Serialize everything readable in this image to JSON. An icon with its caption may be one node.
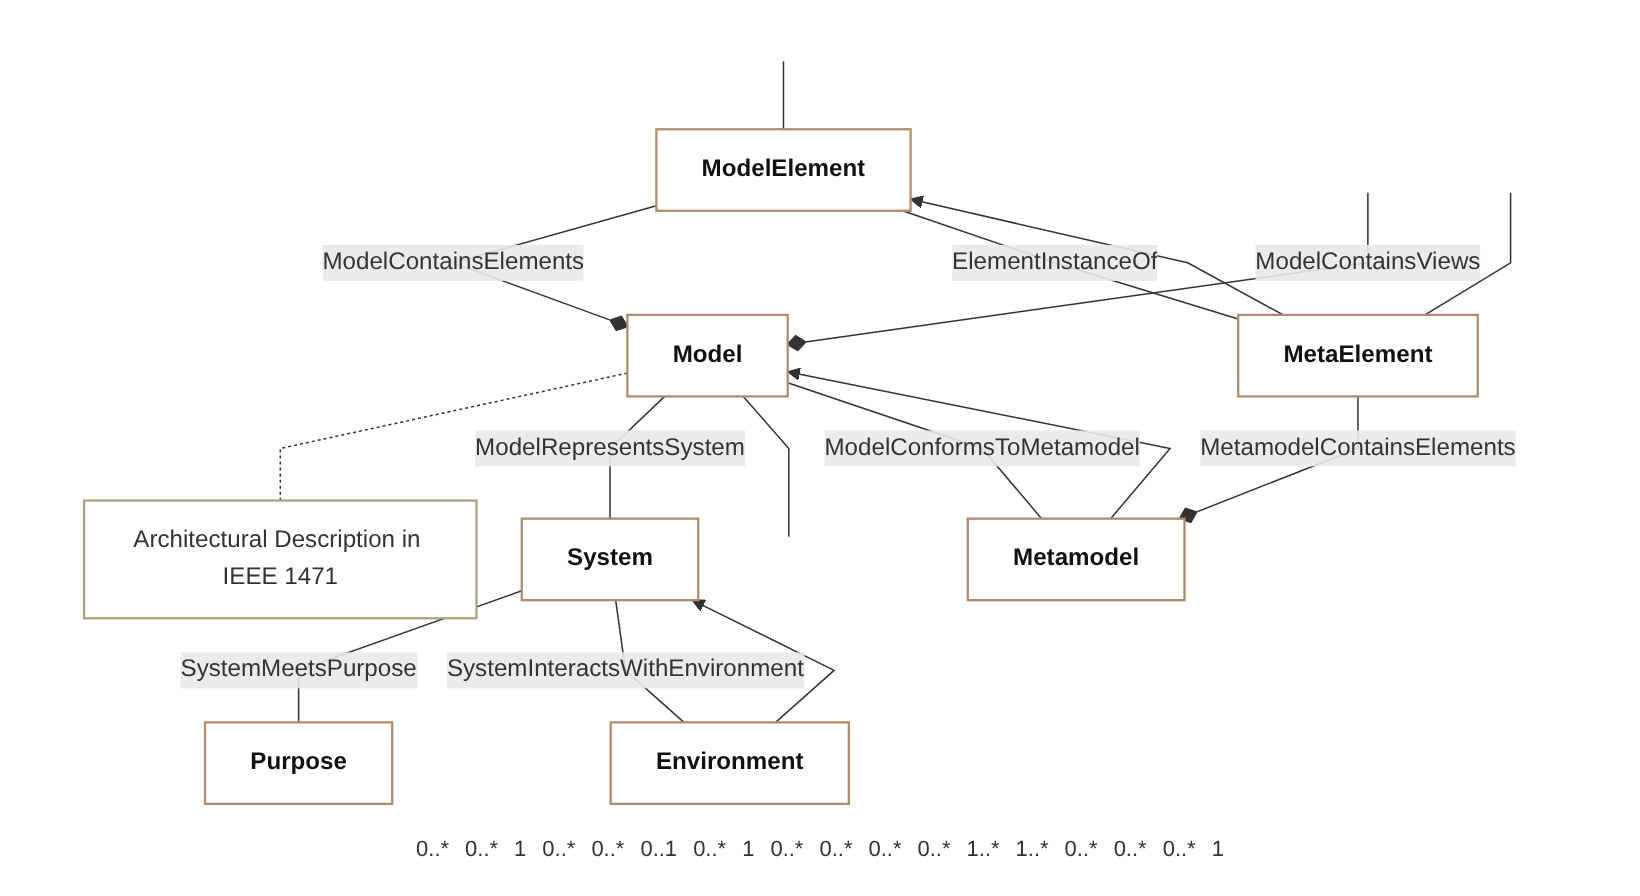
{
  "diagram": {
    "nodes": [
      {
        "text": [
          "Architectural Description in IEEE 1471"
        ]
      },
      {
        "text": [
          "Purpose"
        ]
      },
      {
        "text": [
          "ModelElement"
        ]
      },
      {
        "text": [
          "Model"
        ]
      },
      {
        "text": [
          "System"
        ]
      },
      {
        "text": [
          "MetaElement"
        ]
      },
      {
        "text": [
          "Metamodel"
        ]
      },
      {
        "text": [
          "Environment"
        ]
      }
    ],
    "edges": [
      {
        "from": null,
        "to": 3,
        "arrow": "other",
        "label": "ModelContainsViews"
      },
      {
        "from": 3,
        "to": 0,
        "arrow": "none",
        "style": "dashed"
      },
      {
        "from": 4,
        "to": 1,
        "arrow": "none",
        "label": "SystemMeetsPurpose"
      },
      {
        "from": null,
        "to": 2,
        "arrow": "none"
      },
      {
        "from": 2,
        "to": 3,
        "arrow": "other",
        "label": "ModelContainsElements"
      },
      {
        "from": 3,
        "to": 4,
        "arrow": "none",
        "label": "ModelRepresentsSystem"
      },
      {
        "from": 3,
        "to": null,
        "arrow": "none"
      },
      {
        "from": 2,
        "to": 5,
        "arrow": "none",
        "label": "ElementInstanceOf"
      },
      {
        "from": 5,
        "to": 2,
        "arrow": "to"
      },
      {
        "from": 3,
        "to": 6,
        "arrow": "none",
        "label": "ModelConformsToMetamodel"
      },
      {
        "from": 6,
        "to": 3,
        "arrow": "to"
      },
      {
        "from": 4,
        "to": 7,
        "arrow": "none",
        "label": "SystemInteractsWithEnvironment"
      },
      {
        "from": 7,
        "to": 4,
        "arrow": "to"
      },
      {
        "from": null,
        "to": 5,
        "arrow": "none"
      },
      {
        "from": 5,
        "to": 6,
        "arrow": "other",
        "label": "MetamodelContainsElements"
      }
    ],
    "labels": [
      "0..*",
      "0..*",
      "1",
      "0..*",
      "0..*",
      "0..1",
      "0..*",
      "1",
      "0..*",
      "0..*",
      "0..*",
      "0..*",
      "1..*",
      "1..*",
      "0..*",
      "0..*",
      "0..*",
      "1"
    ]
  }
}
